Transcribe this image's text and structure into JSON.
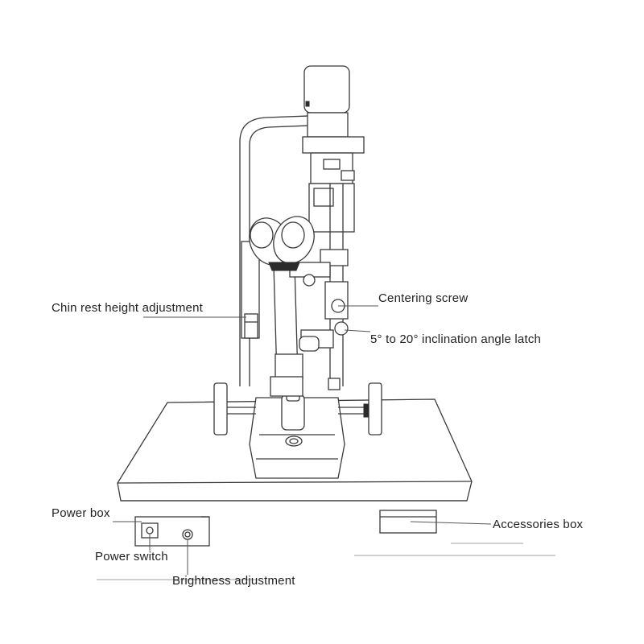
{
  "labels": {
    "chin_rest": "Chin rest height adjustment",
    "centering_screw": "Centering screw",
    "inclination_latch": "5° to 20° inclination angle latch",
    "power_box": "Power box",
    "accessories_box": "Accessories box",
    "power_switch": "Power switch",
    "brightness": "Brightness adjustment"
  }
}
